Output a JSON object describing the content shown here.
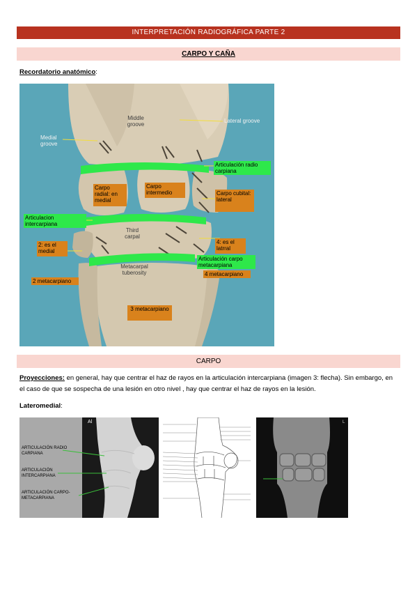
{
  "header": {
    "title": "INTERPRETACIÓN RADIOGRÁFICA PARTE 2",
    "subtitle": "CARPO Y CAÑA"
  },
  "anatomy": {
    "heading": "Recordatorio anatómico",
    "heading_suffix": ":",
    "labels": {
      "middle_groove": "Middle groove",
      "lateral_groove": "Lateral groove",
      "medial_groove": "Medial groove",
      "third_carpal": "Third carpal",
      "metacarpal_tuberosity": "Metacarpal tuberosity",
      "art_radio_carpiana": "Articulación radio carpiana",
      "carpo_radial": "Carpo radial: en medial",
      "carpo_intermedio": "Carpo intermedio",
      "carpo_cubital": "Carpo cubital: lateral",
      "art_intercarpiana": "Articulacion intercarpiana",
      "dos_medial": "2: es el medial",
      "cuatro_lateral": "4: es el latrral",
      "art_carpo_metacarpiana": "Articulación carpo metacarpiana",
      "cuatro_metacarpiano": "4 metacarpiano",
      "dos_metacarpiano": "2 metacarpiano",
      "tres_metacarpiano": "3 metacarpiano"
    }
  },
  "carpo": {
    "section_title": "CARPO",
    "projections_label": "Proyecciones:",
    "projections_text": " en general, hay que centrar el haz de rayos en la articulación intercarpiana (imagen 3: flecha). Sin embargo, en el caso de que se sospecha de una lesión en otro nivel , hay que centrar el haz de rayos en la lesión.",
    "lateromedial_label": "Lateromedial",
    "lateromedial_suffix": ":"
  },
  "xrays": {
    "marker": "Al",
    "label_radio_carpiana": "ARTICULACIÓN RADIO CARPIANA",
    "label_intercarpiana": "ARTICULACIÓN INTERCARPIANA",
    "label_carpo_metacarpiana": "ARTICULACIÓN CARPO-METACARPIANA"
  },
  "colors": {
    "title_band": "#b8321f",
    "pink_band": "#f9d6d0",
    "green_label": "#2ee84a",
    "orange_label": "#d9821c",
    "photo_bg": "#5aa6b8"
  }
}
